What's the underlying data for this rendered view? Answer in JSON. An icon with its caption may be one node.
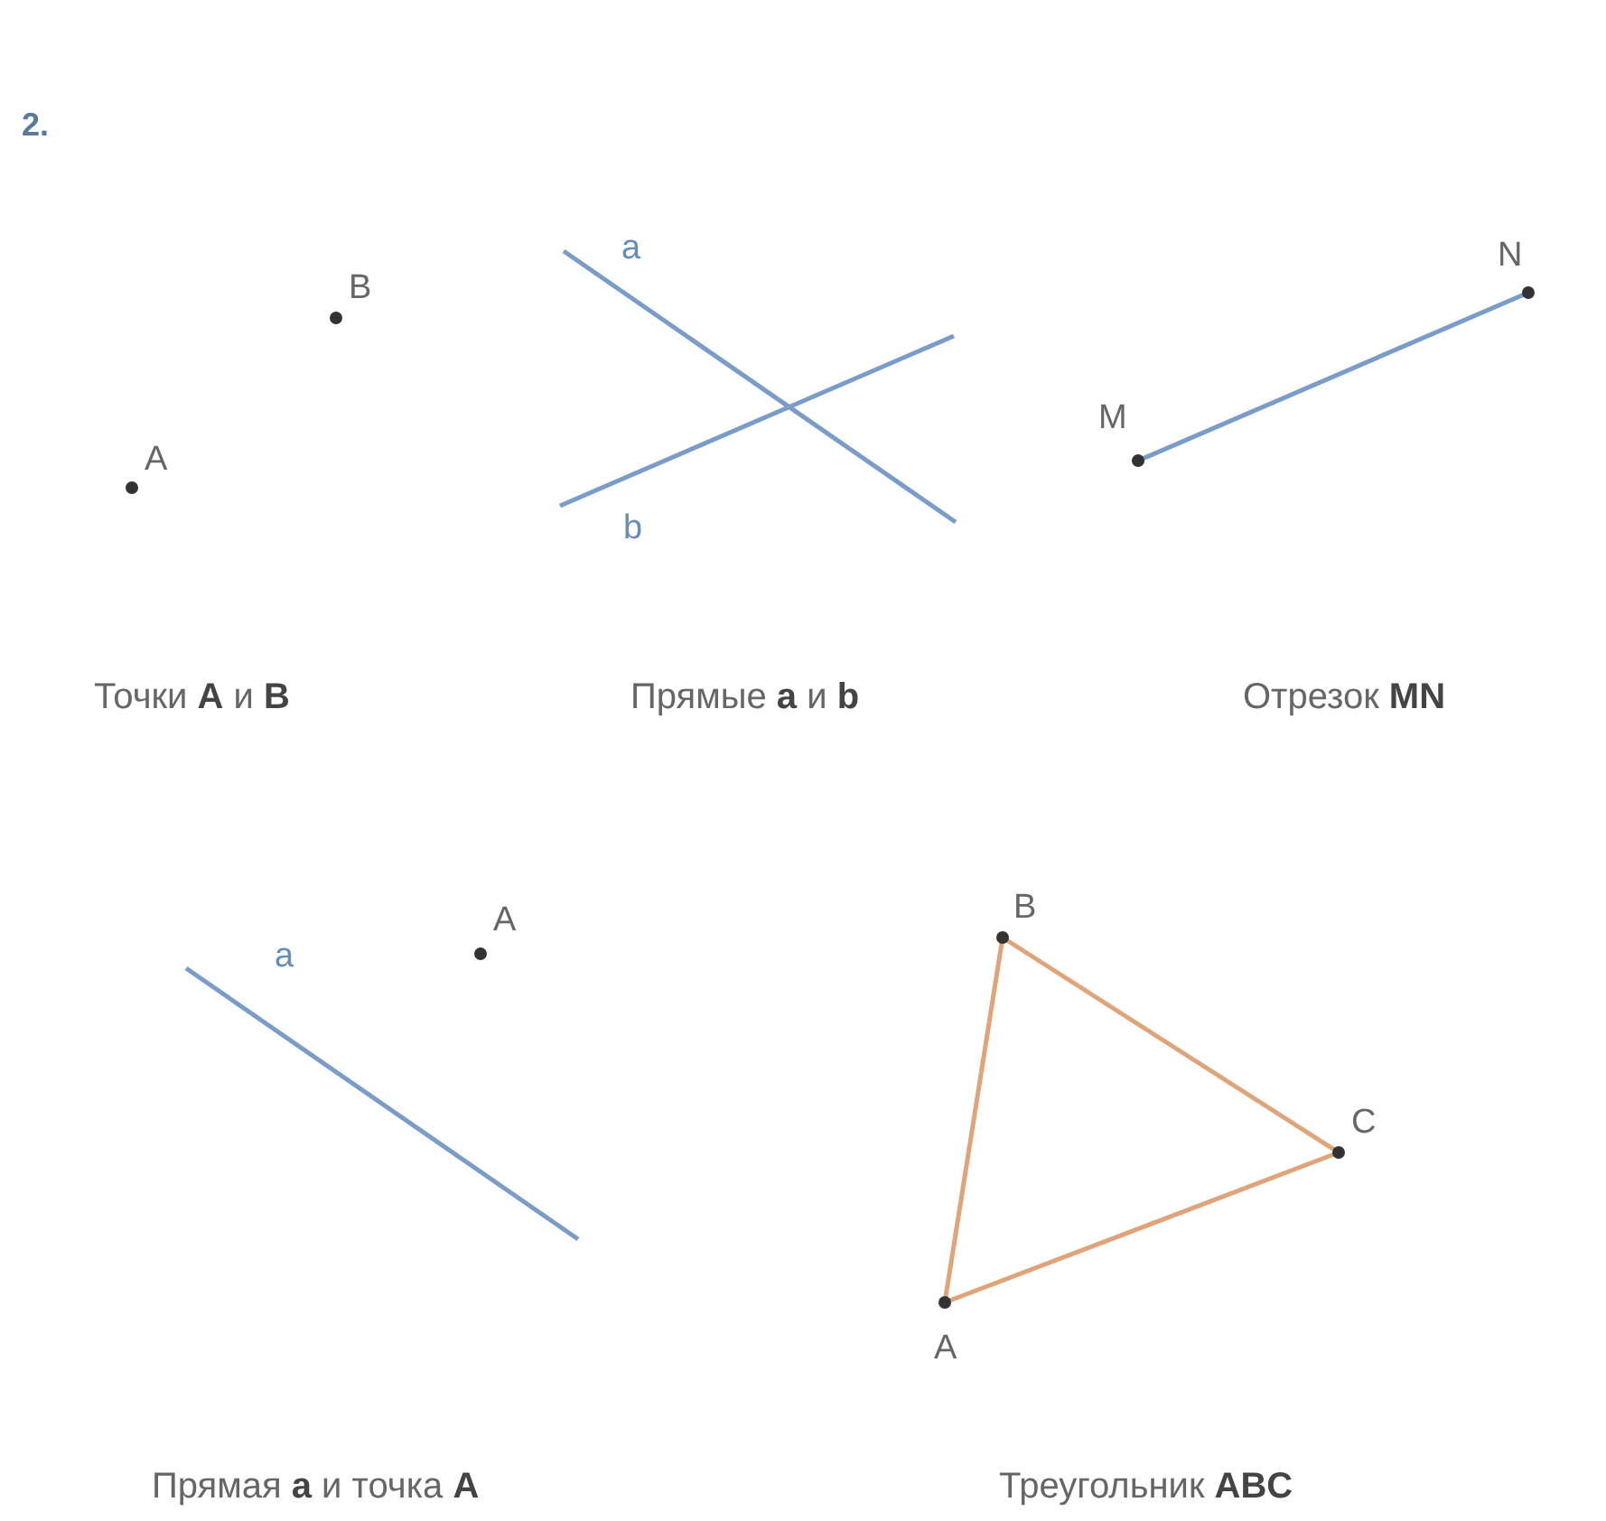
{
  "diagram": {
    "labels": [
      "2.",
      "B",
      "a",
      "N",
      "M",
      "A",
      "b",
      "Точки **A** и **B**",
      "Прямые **a** и **b**",
      "Отрезок **MN**",
      "B",
      "a",
      "A",
      "C",
      "A",
      "Прямая **a** и точка **A**",
      "Треугольник **ABC**"
    ]
  }
}
